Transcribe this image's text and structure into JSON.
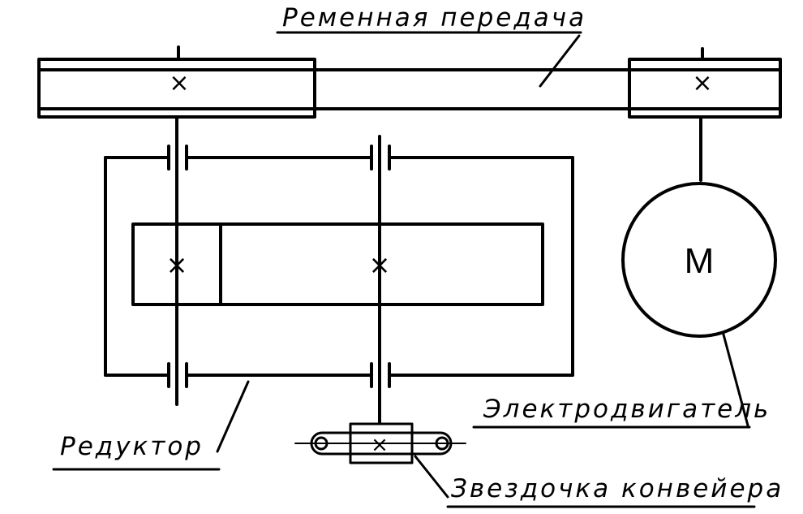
{
  "labels": {
    "belt_drive": "Ременная передача",
    "reducer": "Редуктор",
    "motor": "Электродвигатель",
    "sprocket": "Звездочка конвейера"
  },
  "motor_symbol": "M",
  "axis_marks": {
    "cross": "×"
  },
  "colors": {
    "ink": "#000000",
    "paper": "#ffffff"
  }
}
